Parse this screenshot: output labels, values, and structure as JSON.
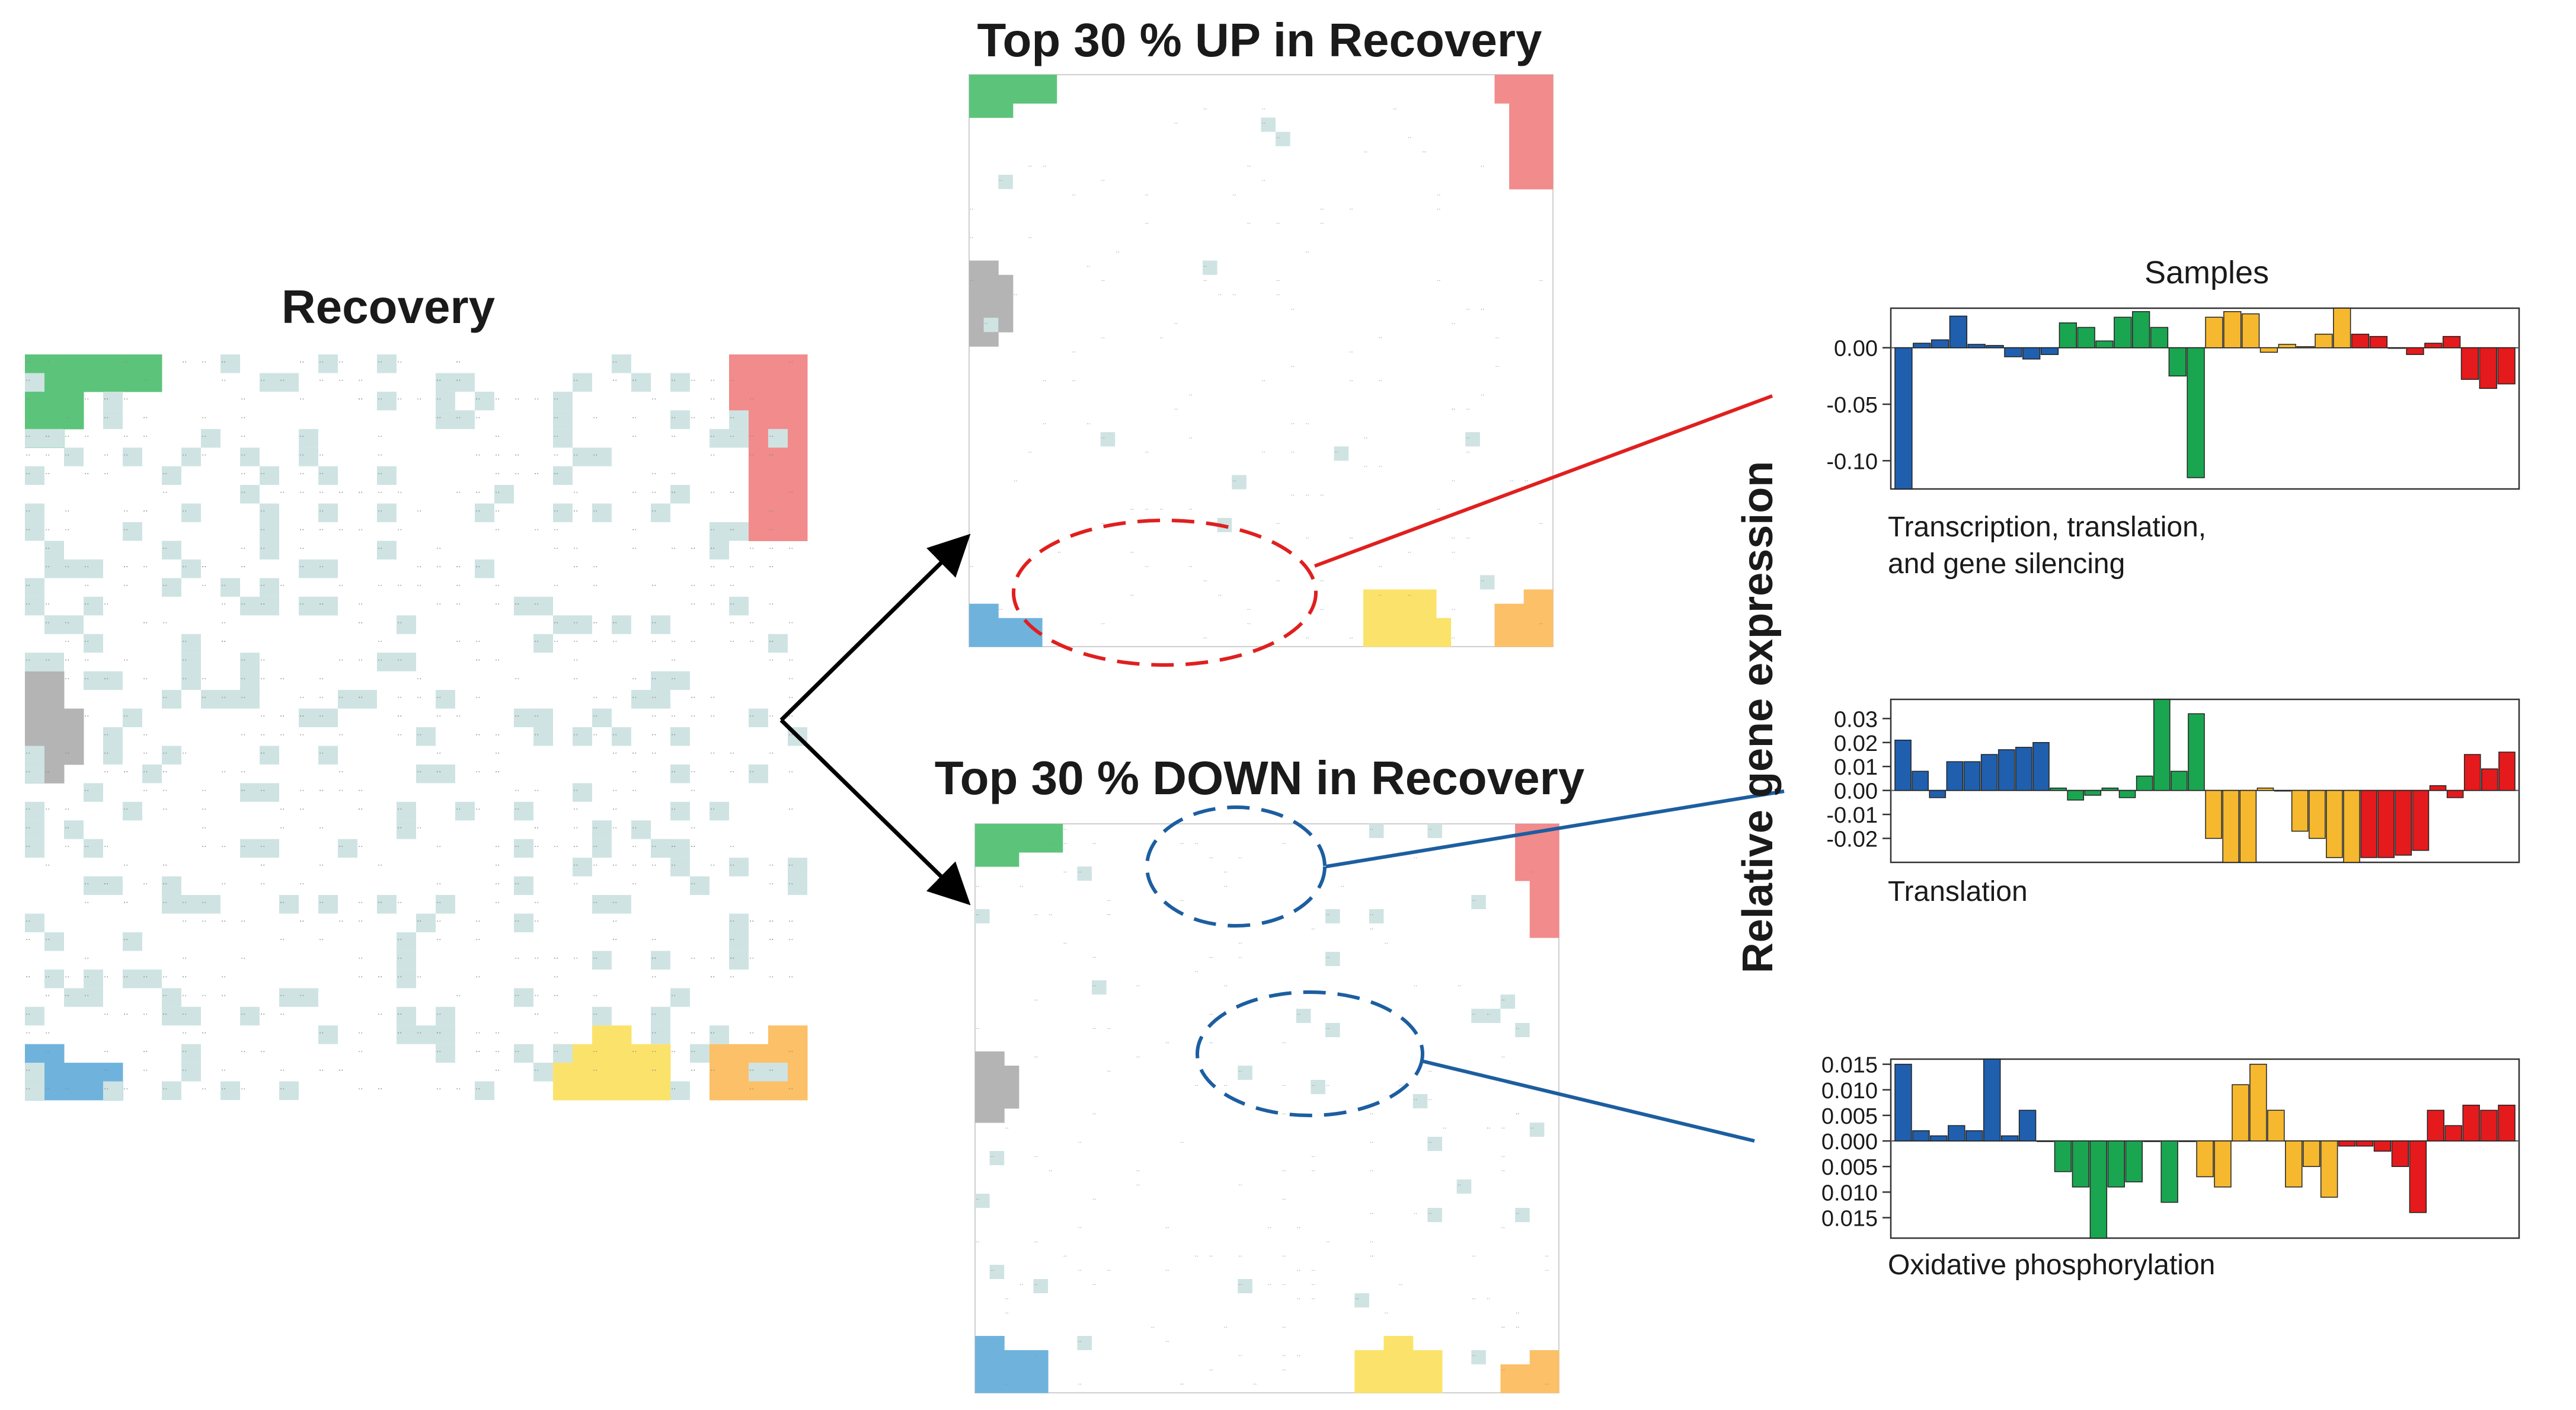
{
  "titles": {
    "recovery": "Recovery",
    "up": "Top 30 % UP in Recovery",
    "down": "Top 30 % DOWN in Recovery"
  },
  "y_axis_label": "Relative gene expression",
  "samples_label": "Samples",
  "colors": {
    "blue": "#1f5fae",
    "green": "#1aa550",
    "yellow": "#f5b82e",
    "red": "#e41a1c",
    "map_green": "#5cc47a",
    "map_red": "#f28b8b",
    "map_blue": "#6fb3dd",
    "map_yellow": "#fbe36b",
    "map_orange": "#fbc068",
    "map_gray": "#b4b4b4",
    "connector_red": "#e01f1f",
    "connector_blue": "#1c5ea0",
    "cell_highlight": "#cfe3e3"
  },
  "chart_data": [
    {
      "type": "bar",
      "caption": "Transcription, translation,\nand gene silencing",
      "ylim": [
        -0.125,
        0.035
      ],
      "yticks": [
        "0.00",
        "-0.05",
        "-0.10"
      ],
      "ytick_values": [
        0.0,
        -0.05,
        -0.1
      ],
      "series": [
        {
          "color": "blue",
          "values": [
            -0.125,
            0.004,
            0.007,
            0.028,
            0.003,
            0.002,
            -0.008,
            -0.01,
            -0.006
          ]
        },
        {
          "color": "green",
          "values": [
            0.022,
            0.018,
            0.006,
            0.027,
            0.032,
            0.018,
            -0.025,
            -0.115
          ]
        },
        {
          "color": "yellow",
          "values": [
            0.027,
            0.032,
            0.03,
            -0.004,
            0.003,
            0.001,
            0.012,
            0.035
          ]
        },
        {
          "color": "red",
          "values": [
            0.012,
            0.01,
            0.0,
            -0.006,
            0.004,
            0.01,
            -0.028,
            -0.036,
            -0.032
          ]
        }
      ]
    },
    {
      "type": "bar",
      "caption": "Translation",
      "ylim": [
        -0.03,
        0.038
      ],
      "yticks": [
        "0.03",
        "0.02",
        "0.01",
        "0.00",
        "-0.01",
        "-0.02"
      ],
      "ytick_values": [
        0.03,
        0.02,
        0.01,
        0.0,
        -0.01,
        -0.02
      ],
      "series": [
        {
          "color": "blue",
          "values": [
            0.021,
            0.008,
            -0.003,
            0.012,
            0.012,
            0.015,
            0.017,
            0.018,
            0.02
          ]
        },
        {
          "color": "green",
          "values": [
            0.001,
            -0.004,
            -0.002,
            0.001,
            -0.003,
            0.006,
            0.038,
            0.008,
            0.032
          ]
        },
        {
          "color": "yellow",
          "values": [
            -0.02,
            -0.03,
            -0.03,
            0.001,
            0.0,
            -0.017,
            -0.02,
            -0.028,
            -0.03
          ]
        },
        {
          "color": "red",
          "values": [
            -0.028,
            -0.028,
            -0.027,
            -0.025,
            0.002,
            -0.003,
            0.015,
            0.009,
            0.016
          ]
        }
      ]
    },
    {
      "type": "bar",
      "caption": "Oxidative phosphorylation",
      "ylim": [
        -0.019,
        0.016
      ],
      "yticks": [
        "0.015",
        "0.010",
        "0.005",
        "0.000",
        "0.005",
        "0.010",
        "0.015"
      ],
      "ytick_values": [
        0.015,
        0.01,
        0.005,
        0.0,
        -0.005,
        -0.01,
        -0.015
      ],
      "series": [
        {
          "color": "blue",
          "values": [
            0.015,
            0.002,
            0.001,
            0.003,
            0.002,
            0.016,
            0.001,
            0.006
          ]
        },
        {
          "color": "green",
          "values": [
            0.0,
            -0.006,
            -0.009,
            -0.019,
            -0.009,
            -0.008,
            0.0,
            -0.012
          ]
        },
        {
          "color": "yellow",
          "values": [
            0.0,
            -0.007,
            -0.009,
            0.011,
            0.015,
            0.006,
            -0.009,
            -0.005,
            -0.011
          ]
        },
        {
          "color": "red",
          "values": [
            -0.001,
            -0.001,
            -0.002,
            -0.005,
            -0.014,
            0.006,
            0.003,
            0.007,
            0.006,
            0.007
          ]
        }
      ]
    }
  ]
}
